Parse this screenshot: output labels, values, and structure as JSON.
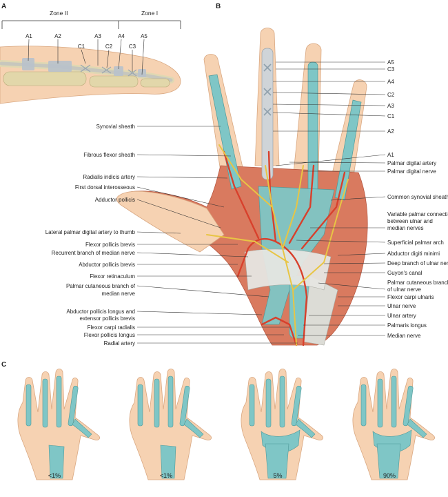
{
  "panels": {
    "a": "A",
    "b": "B",
    "c": "C"
  },
  "zones": {
    "zone2": "Zone II",
    "zone1": "Zone I"
  },
  "finger_pulleys": [
    "A1",
    "A2",
    "C1",
    "A3",
    "C2",
    "A4",
    "C3",
    "A5"
  ],
  "right_labels": [
    "A5",
    "C3",
    "A4",
    "C2",
    "A3",
    "C1",
    "A2",
    "A1",
    "Palmar digital artery",
    "Palmar digital nerve",
    "Common synovial sheath",
    "Variable palmar connection",
    "between ulnar and",
    "median nerves",
    "Superficial palmar arch",
    "Abductor digiti minimi",
    "Deep branch of ulnar nerve",
    "Guyon's canal",
    "Palmar cutaneous branch",
    "of ulnar nerve",
    "Flexor carpi ulnaris",
    "Ulnar nerve",
    "Ulnar artery",
    "Palmaris longus",
    "Median nerve"
  ],
  "left_labels": [
    "Synovial sheath",
    "Fibrous flexor sheath",
    "Radialis indicis artery",
    "First dorsal interosseous",
    "Adductor pollicis",
    "Lateral palmar digital artery to thumb",
    "Flexor pollicis brevis",
    "Recurrent branch of median nerve",
    "Abductor pollicis brevis",
    "Flexor retinaculum",
    "Palmar cutaneous branch of",
    "median nerve",
    "Abductor pollicis longus and",
    "extensor pollicis brevis",
    "Flexor carpi radialis",
    "Flexor pollicis longus",
    "Radial artery"
  ],
  "variants": [
    "<1%",
    "<1%",
    "5%",
    "90%"
  ],
  "colors": {
    "skin": "#f6d2b2",
    "sheath": "#7fc6c6",
    "muscle": "#d97a5f",
    "artery": "#d8402c",
    "nerve": "#e8c544",
    "tendon": "#dcdcd6"
  }
}
